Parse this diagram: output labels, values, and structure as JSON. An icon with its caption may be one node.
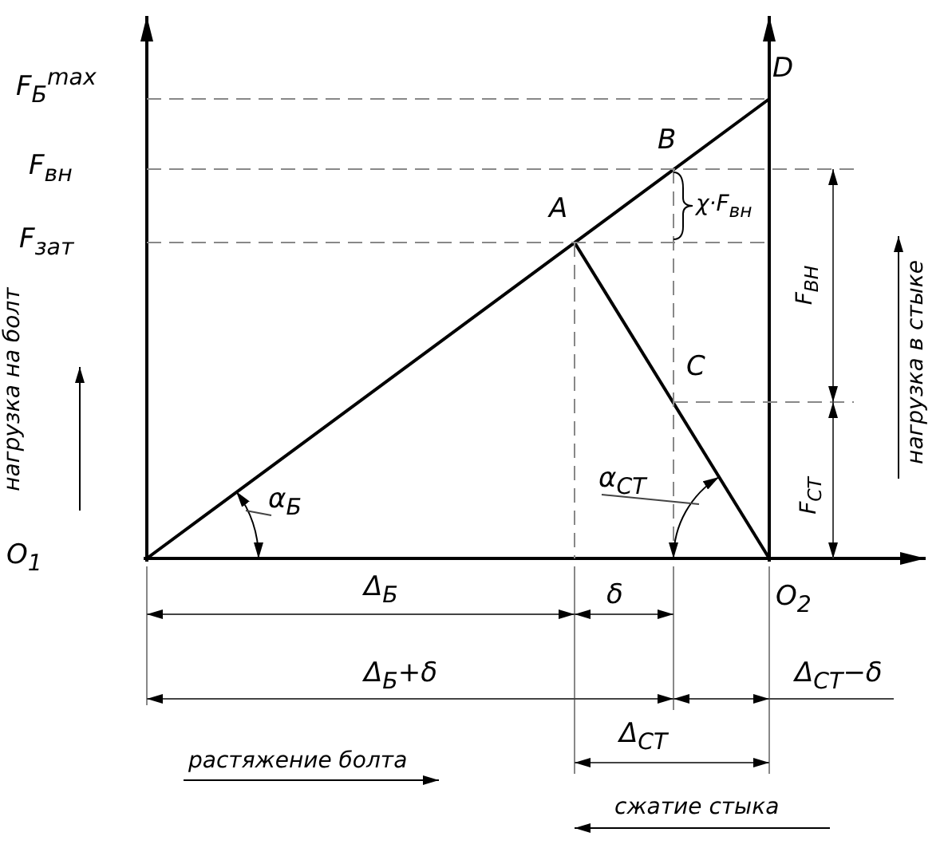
{
  "diagram": {
    "nodes": [
      {
        "text": [
          "α$_{Б}$"
        ]
      },
      {
        "text": [],
        "shape": "arc"
      },
      {
        "text": [
          "α$_{СТ}$"
        ]
      },
      {
        "text": [],
        "shape": "arc"
      }
    ],
    "edges": [
      {
        "from": 0,
        "to": 1,
        "arrow": "none"
      },
      {
        "from": 2,
        "to": 3,
        "arrow": "none"
      }
    ],
    "labels": [
      "F$_{Б}$$^{max}$",
      "D",
      "F$_{вн}$",
      "B",
      "F$_{зат}$",
      "A",
      "χ·F$_{вн}$",
      "F$_{ВН}$",
      "нагрузка в стыке",
      "нагрузка на болт",
      "C",
      "F$_{СТ}$",
      "O$_{1}$",
      "O$_{2}$",
      "Δ$_{Б}$",
      "δ",
      "Δ$_{Б}$+δ",
      "Δ$_{СТ}$−δ",
      "Δ$_{СТ}$",
      "растяжение болта",
      "сжатие стыка"
    ]
  }
}
